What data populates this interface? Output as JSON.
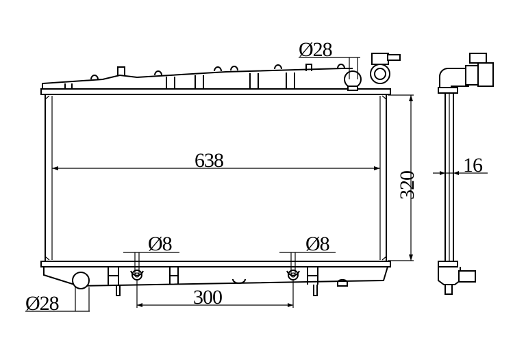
{
  "drawing": {
    "subject": "radiator",
    "dimensions": {
      "width": "638",
      "height": "320",
      "thickness": "16",
      "inlet_diameter": "Ø28",
      "outlet_diameter": "Ø28",
      "mount_left_diameter": "Ø8",
      "mount_right_diameter": "Ø8",
      "mount_spacing": "300"
    }
  }
}
